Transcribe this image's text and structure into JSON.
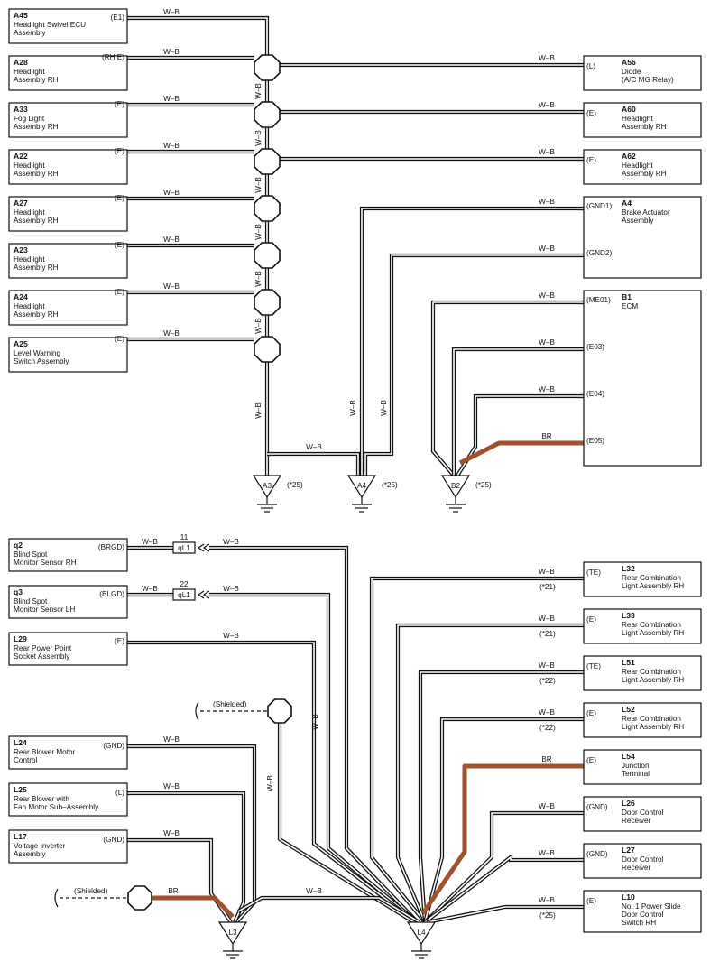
{
  "wire_colors": {
    "w_b": "W–B",
    "br": "BR",
    "br_hex": "#a0522d"
  },
  "connectors": {
    "A45": {
      "id": "A45",
      "name": [
        "Headlight Swivel ECU",
        "Assembly"
      ],
      "pins": [
        "(E1)"
      ]
    },
    "A28": {
      "id": "A28",
      "name": [
        "Headlight",
        "Assembly RH"
      ],
      "pins": [
        "(RH E)"
      ]
    },
    "A33": {
      "id": "A33",
      "name": [
        "Fog Light",
        "Assembly RH"
      ],
      "pins": [
        "(E)"
      ]
    },
    "A22": {
      "id": "A22",
      "name": [
        "Headlight",
        "Assembly RH"
      ],
      "pins": [
        "(E)"
      ]
    },
    "A27": {
      "id": "A27",
      "name": [
        "Headlight",
        "Assembly RH"
      ],
      "pins": [
        "(E)"
      ]
    },
    "A23": {
      "id": "A23",
      "name": [
        "Headlight",
        "Assembly RH"
      ],
      "pins": [
        "(E)"
      ]
    },
    "A24": {
      "id": "A24",
      "name": [
        "Headlight",
        "Assembly RH"
      ],
      "pins": [
        "(E)"
      ]
    },
    "A25": {
      "id": "A25",
      "name": [
        "Level Warning",
        "Switch Assembly"
      ],
      "pins": [
        "(E)"
      ]
    },
    "A56": {
      "id": "A56",
      "name": [
        "Diode",
        "(A/C MG Relay)"
      ],
      "pins": [
        "(L)"
      ]
    },
    "A60": {
      "id": "A60",
      "name": [
        "Headlight",
        "Assembly RH"
      ],
      "pins": [
        "(E)"
      ]
    },
    "A62": {
      "id": "A62",
      "name": [
        "Headlight",
        "Assembly RH"
      ],
      "pins": [
        "(E)"
      ]
    },
    "A4": {
      "id": "A4",
      "name": [
        "Brake Actuator",
        "Assembly"
      ],
      "pins": [
        "(GND1)",
        "(GND2)"
      ]
    },
    "B1": {
      "id": "B1",
      "name": [
        "ECM"
      ],
      "pins": [
        "(ME01)",
        "(E03)",
        "(E04)",
        "(E05)"
      ]
    },
    "q2": {
      "id": "q2",
      "name": [
        "Blind Spot",
        "Monitor Sensor RH"
      ],
      "pins": [
        "(BRGD)"
      ]
    },
    "q3": {
      "id": "q3",
      "name": [
        "Blind Spot",
        "Monitor Sensor LH"
      ],
      "pins": [
        "(BLGD)"
      ]
    },
    "L29": {
      "id": "L29",
      "name": [
        "Rear Power Point",
        "Socket Assembly"
      ],
      "pins": [
        "(E)"
      ]
    },
    "L24": {
      "id": "L24",
      "name": [
        "Rear Blower Motor",
        "Control"
      ],
      "pins": [
        "(GND)"
      ]
    },
    "L25": {
      "id": "L25",
      "name": [
        "Rear Blower with",
        "Fan Motor Sub–Assembly"
      ],
      "pins": [
        "(L)"
      ]
    },
    "L17": {
      "id": "L17",
      "name": [
        "Voltage Inverter",
        "Assembly"
      ],
      "pins": [
        "(GND)"
      ]
    },
    "L32": {
      "id": "L32",
      "name": [
        "Rear Combination",
        "Light Assembly RH"
      ],
      "pins": [
        "(TE)"
      ]
    },
    "L33": {
      "id": "L33",
      "name": [
        "Rear Combination",
        "Light Assembly RH"
      ],
      "pins": [
        "(E)"
      ]
    },
    "L51": {
      "id": "L51",
      "name": [
        "Rear Combination",
        "Light Assembly RH"
      ],
      "pins": [
        "(TE)"
      ]
    },
    "L52": {
      "id": "L52",
      "name": [
        "Rear Combination",
        "Light Assembly RH"
      ],
      "pins": [
        "(E)"
      ]
    },
    "L54": {
      "id": "L54",
      "name": [
        "Junction",
        "Terminal"
      ],
      "pins": [
        "(E)"
      ]
    },
    "L26": {
      "id": "L26",
      "name": [
        "Door Control",
        "Receiver"
      ],
      "pins": [
        "(GND)"
      ]
    },
    "L27": {
      "id": "L27",
      "name": [
        "Door Control",
        "Receiver"
      ],
      "pins": [
        "(GND)"
      ]
    },
    "L10": {
      "id": "L10",
      "name": [
        "No. 1 Power Slide",
        "Door Control",
        "Switch RH"
      ],
      "pins": [
        "(E)"
      ]
    }
  },
  "grounds": {
    "A3": {
      "id": "A3",
      "note": "(*25)"
    },
    "A4g": {
      "id": "A4",
      "note": "(*25)"
    },
    "B2": {
      "id": "B2",
      "note": "(*25)"
    },
    "L3": {
      "id": "L3",
      "note": ""
    },
    "L4": {
      "id": "L4",
      "note": ""
    }
  },
  "inline_connectors": {
    "qL1a": {
      "id": "qL1",
      "pin": "11"
    },
    "qL1b": {
      "id": "qL1",
      "pin": "22"
    }
  },
  "notes": {
    "L32": "(*21)",
    "L33": "(*21)",
    "L51": "(*22)",
    "L52": "(*22)",
    "L10": "(*25)",
    "shielded": "(Shielded)"
  }
}
